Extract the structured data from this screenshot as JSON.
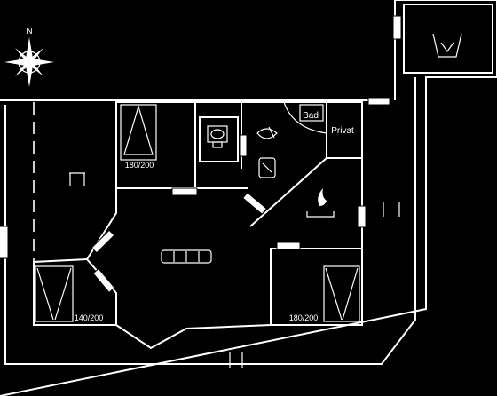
{
  "compass": {
    "north_label": "N"
  },
  "labels": {
    "bed_top_left": "180/200",
    "bed_bottom_left": "140/200",
    "bed_right": "180/200",
    "bath": "Bad",
    "utility": "Privat"
  },
  "icons": [
    "compass-rose-icon",
    "bed-icon",
    "sofa-icon",
    "stove-icon",
    "shower-icon",
    "toilet-icon",
    "washbasin-icon",
    "fireplace-icon",
    "boat-icon",
    "terrace-icon",
    "door-icon"
  ],
  "colors": {
    "background": "#000000",
    "lines": "#ffffff"
  }
}
